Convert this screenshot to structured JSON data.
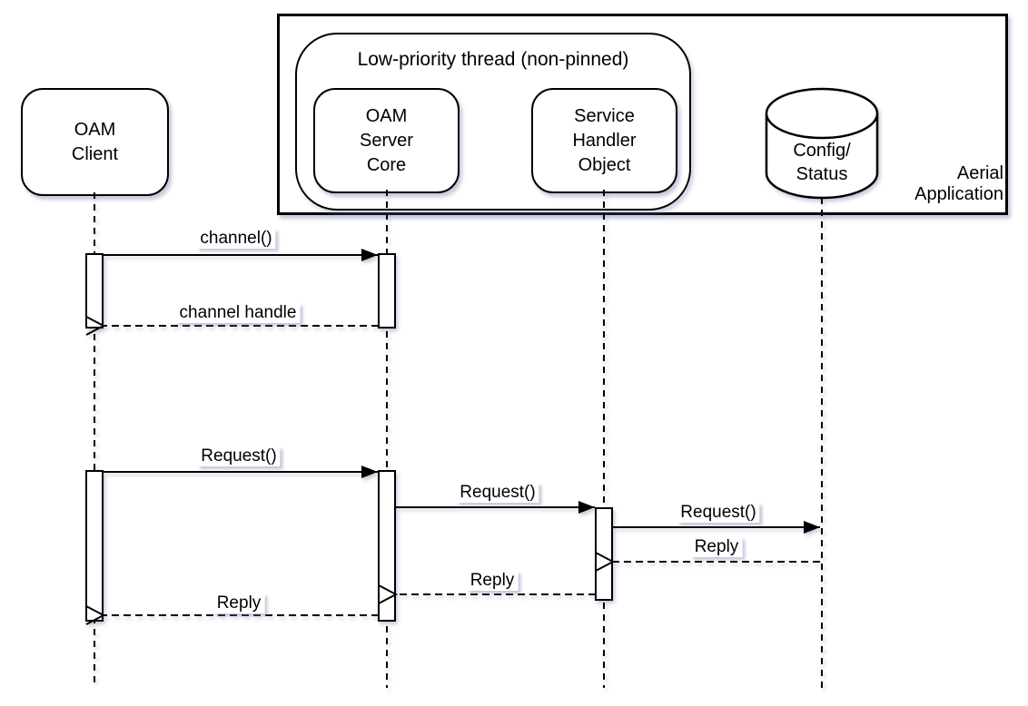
{
  "participants": [
    {
      "id": "oam-client",
      "lines": [
        "OAM",
        "Client"
      ]
    },
    {
      "id": "oam-server-core",
      "lines": [
        "OAM",
        "Server",
        "Core"
      ]
    },
    {
      "id": "service-handler-object",
      "lines": [
        "Service",
        "Handler",
        "Object"
      ]
    },
    {
      "id": "config-status",
      "lines": [
        "Config/",
        "Status"
      ]
    }
  ],
  "groups": {
    "thread": {
      "label": "Low-priority thread (non-pinned)"
    },
    "application": {
      "lines": [
        "Aerial",
        "Application"
      ]
    }
  },
  "messages": [
    {
      "label": "channel()",
      "kind": "call",
      "from": "oam-client",
      "to": "oam-server-core"
    },
    {
      "label": "channel handle",
      "kind": "return",
      "from": "oam-server-core",
      "to": "oam-client"
    },
    {
      "label": "Request()",
      "kind": "call",
      "from": "oam-client",
      "to": "oam-server-core"
    },
    {
      "label": "Request()",
      "kind": "call",
      "from": "oam-server-core",
      "to": "service-handler-object"
    },
    {
      "label": "Request()",
      "kind": "call",
      "from": "service-handler-object",
      "to": "config-status"
    },
    {
      "label": "Reply",
      "kind": "return",
      "from": "config-status",
      "to": "service-handler-object"
    },
    {
      "label": "Reply",
      "kind": "return",
      "from": "service-handler-object",
      "to": "oam-server-core"
    },
    {
      "label": "Reply",
      "kind": "return",
      "from": "oam-server-core",
      "to": "oam-client"
    }
  ],
  "colors": {
    "stroke": "#000000",
    "fill": "#ffffff",
    "shadow": "rgba(125,135,175,0.45)"
  }
}
